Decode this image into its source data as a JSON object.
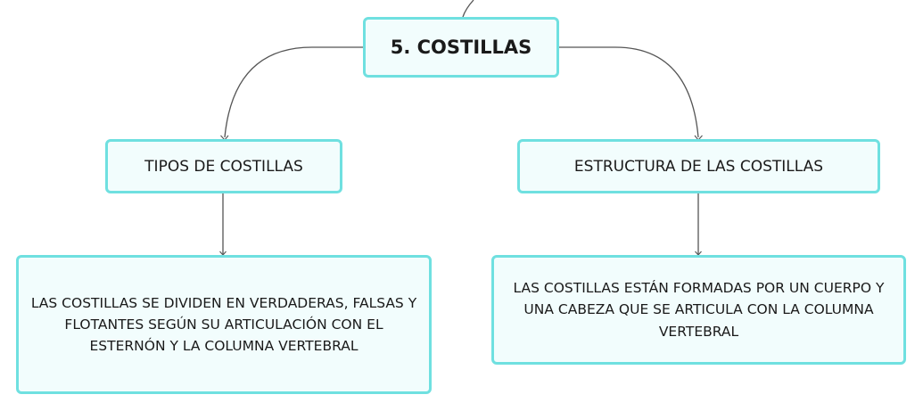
{
  "diagram": {
    "root": {
      "label": "5. COSTILLAS"
    },
    "branches": [
      {
        "label": "TIPOS DE COSTILLAS",
        "detail": "LAS COSTILLAS SE DIVIDEN EN VERDADERAS, FALSAS Y FLOTANTES SEGÚN SU ARTICULACIÓN CON EL ESTERNÓN Y LA COLUMNA VERTEBRAL"
      },
      {
        "label": "ESTRUCTURA DE LAS COSTILLAS",
        "detail": "LAS COSTILLAS ESTÁN FORMADAS POR UN CUERPO Y UNA CABEZA QUE SE ARTICULA CON LA COLUMNA VERTEBRAL"
      }
    ],
    "colors": {
      "node_border": "#6fe0e0",
      "node_fill": "#f2fdfd",
      "connector": "#555555"
    }
  }
}
